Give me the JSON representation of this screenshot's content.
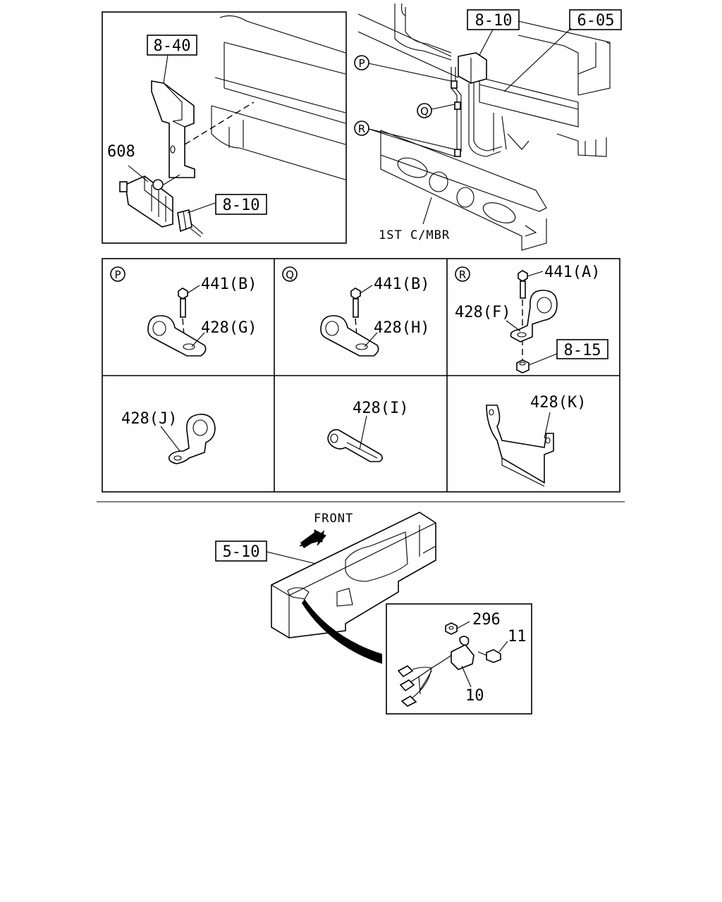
{
  "top_left_panel": {
    "label_bracket": "8-40",
    "label_sensor": "608",
    "label_connector": "8-10"
  },
  "top_right_panel": {
    "label_harness": "8-10",
    "label_frame": "6-05",
    "callout_p": "P",
    "callout_q": "Q",
    "callout_r": "R",
    "label_member": "1ST C/MBR"
  },
  "detail_grid": {
    "cell_p": {
      "tag": "P",
      "bolt": "441(B)",
      "clip": "428(G)"
    },
    "cell_q": {
      "tag": "Q",
      "bolt": "441(B)",
      "clip": "428(H)"
    },
    "cell_r": {
      "tag": "R",
      "bolt": "441(A)",
      "clip": "428(F)",
      "nut": "8-15"
    },
    "cell_j": {
      "clip": "428(J)"
    },
    "cell_i": {
      "clip": "428(I)"
    },
    "cell_k": {
      "clip": "428(K)"
    }
  },
  "bottom_section": {
    "direction": "FRONT",
    "label_frame": "5-10",
    "label_washer": "296",
    "label_bolt": "11",
    "label_switch": "10"
  }
}
